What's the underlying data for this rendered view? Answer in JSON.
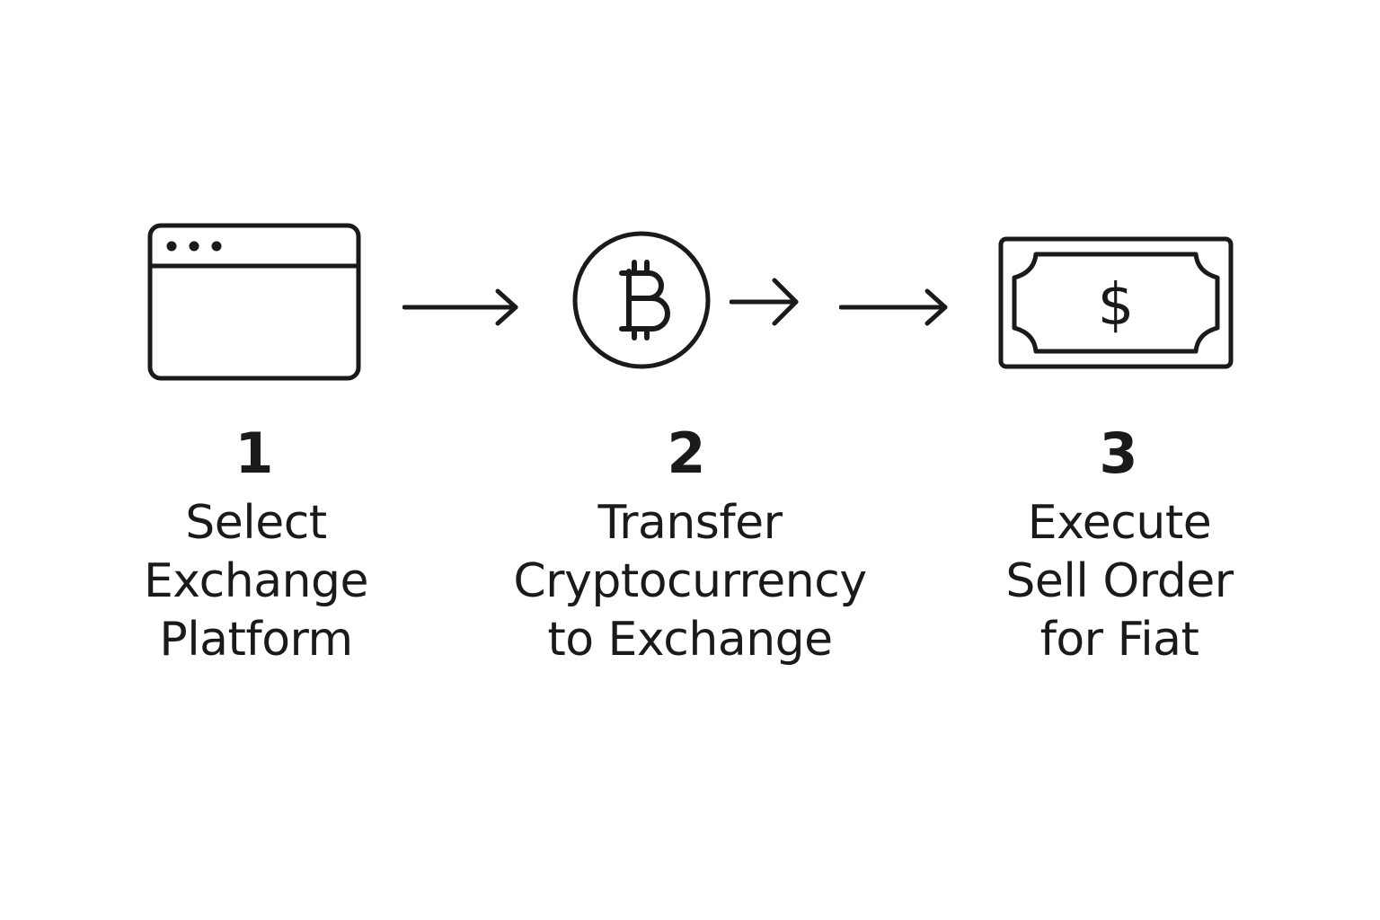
{
  "steps": [
    {
      "number": "1",
      "icon": "browser-window-icon",
      "label_lines": [
        "Select",
        "Exchange",
        "Platform"
      ]
    },
    {
      "number": "2",
      "icon": "bitcoin-icon",
      "label_lines": [
        "Transfer",
        "Cryptocurrency",
        "to Exchange"
      ]
    },
    {
      "number": "3",
      "icon": "banknote-icon",
      "label_lines": [
        "Execute",
        "Sell Order",
        "for Fiat"
      ]
    }
  ],
  "arrows": [
    "arrow-right-icon",
    "arrow-right-icon",
    "arrow-right-icon"
  ],
  "colors": {
    "foreground": "#1a1a1a",
    "background": "#ffffff"
  }
}
